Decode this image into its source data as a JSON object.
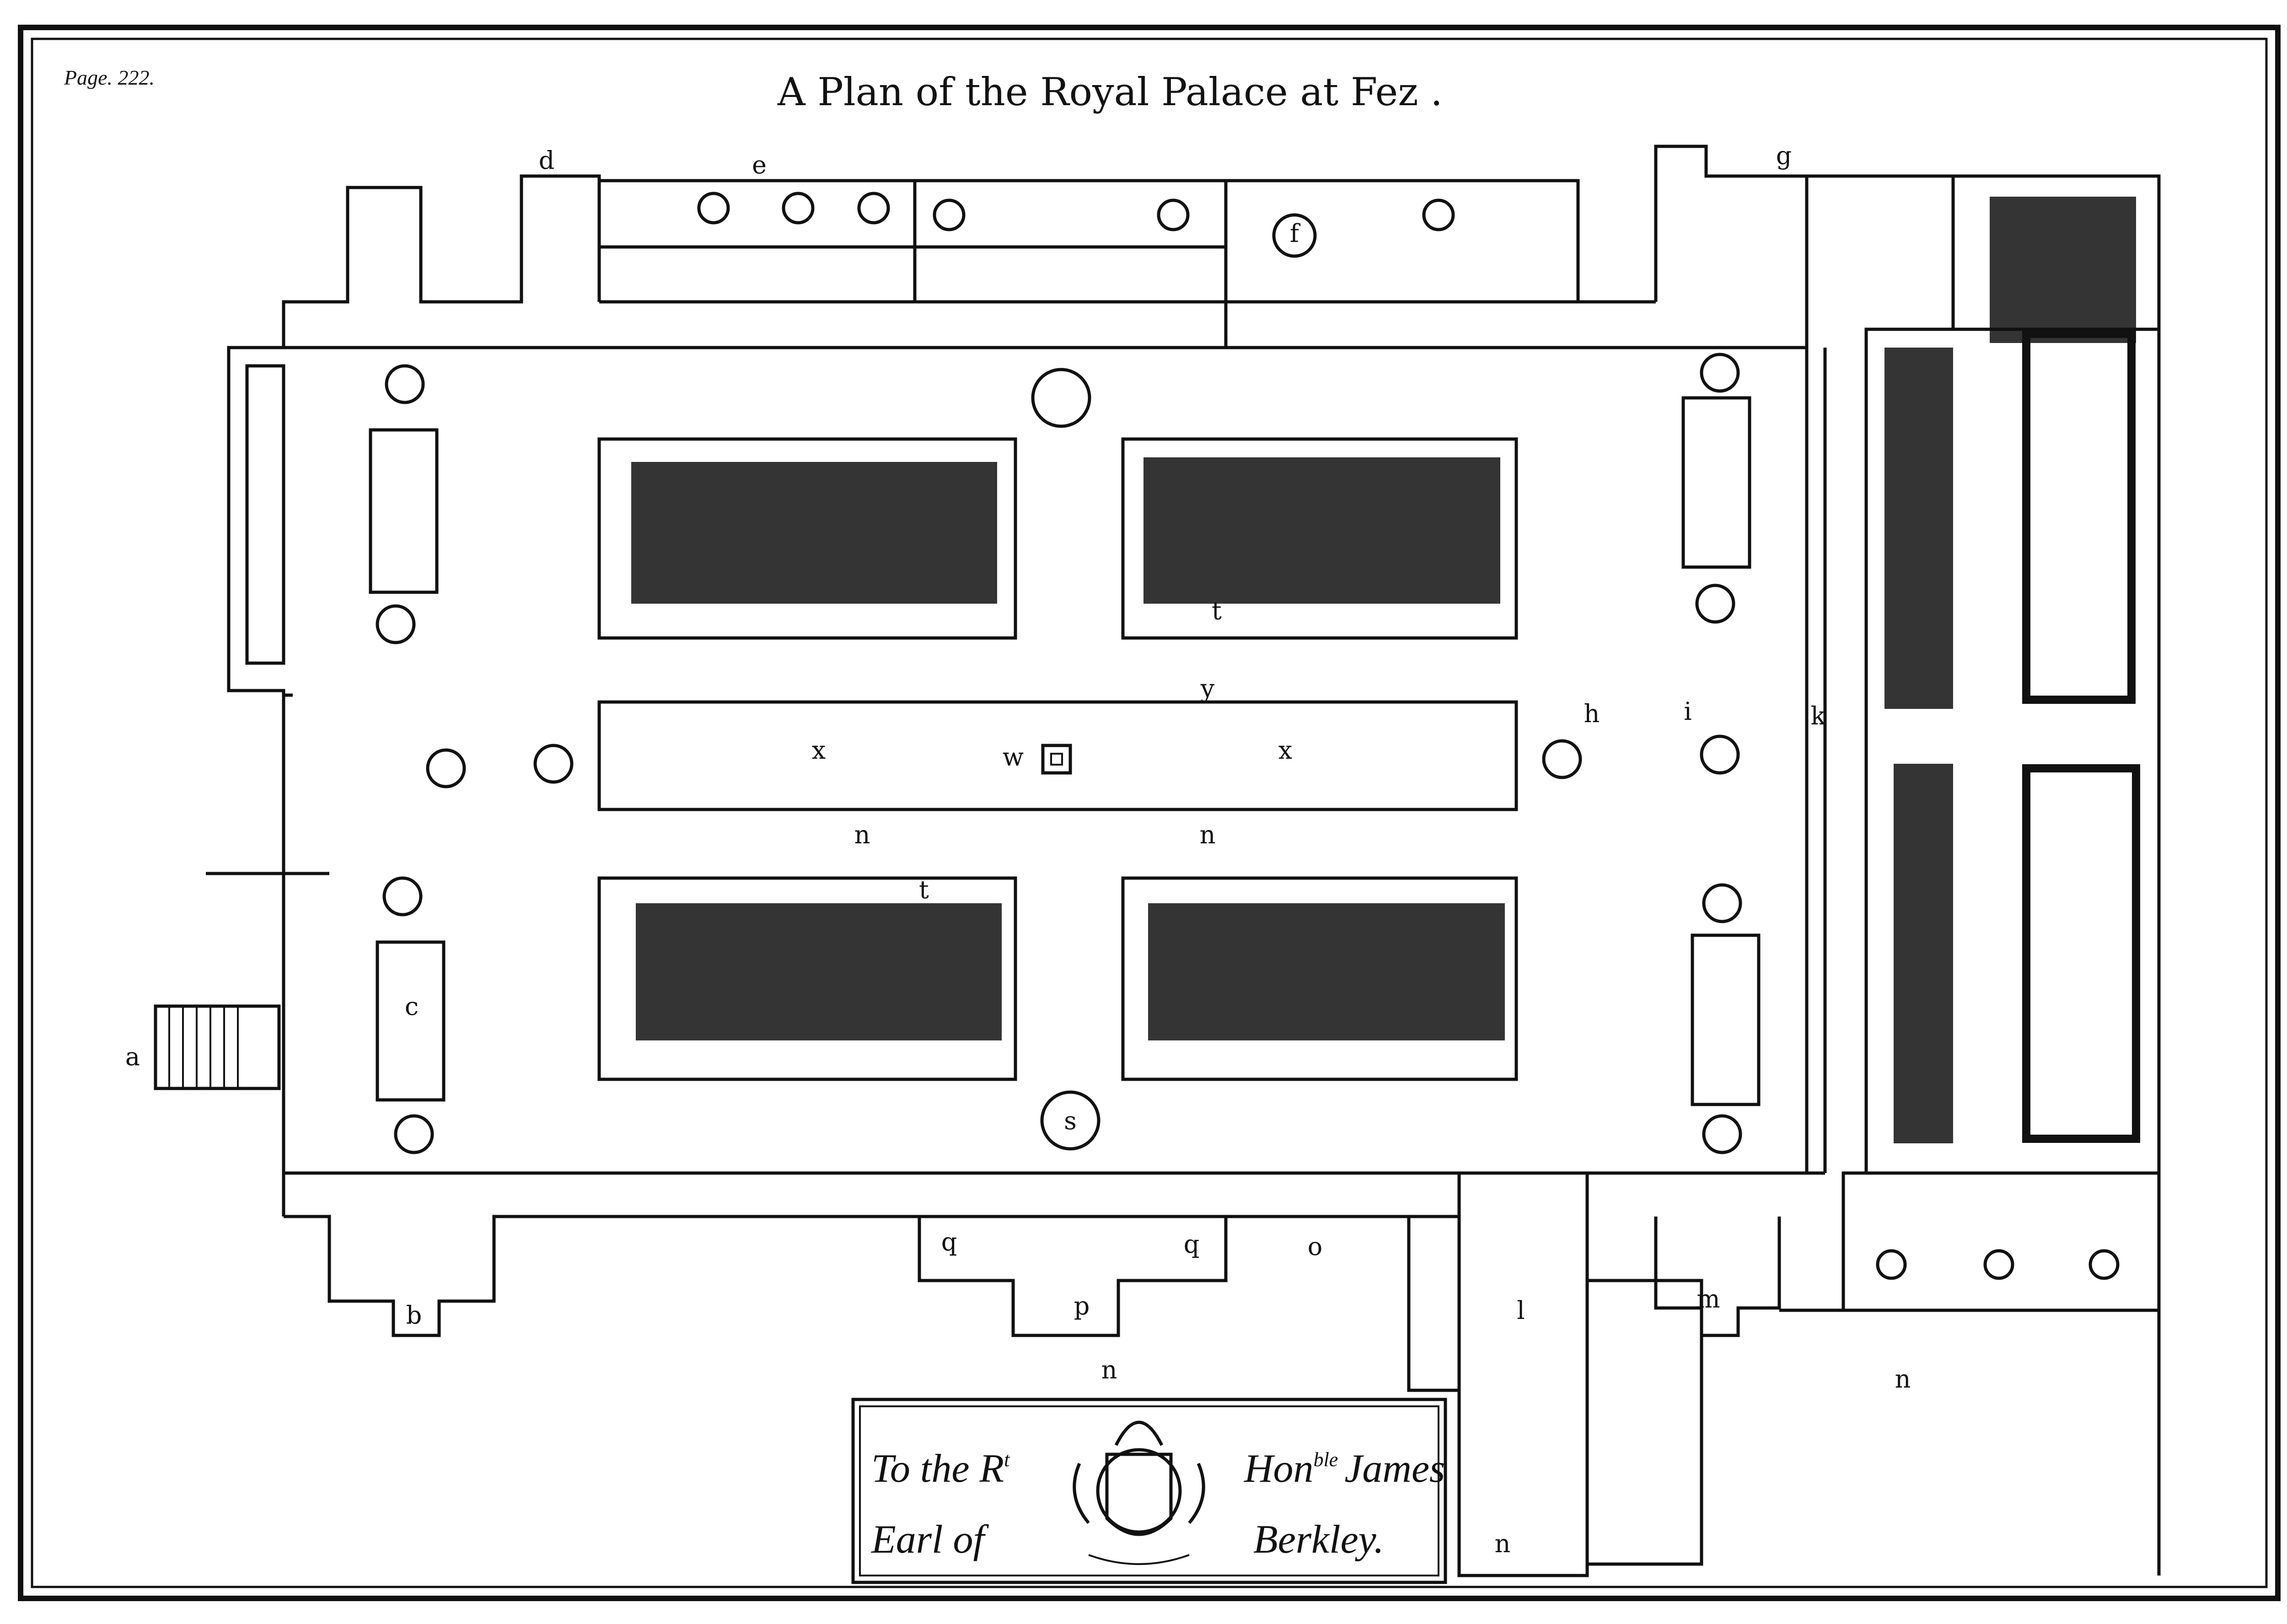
{
  "page_number": "Page. 222.",
  "title": "A Plan of the Royal Palace at Fez .",
  "labels": {
    "a": "a",
    "b": "b",
    "c": "c",
    "d": "d",
    "e": "e",
    "f": "f",
    "g": "g",
    "h": "h",
    "i": "i",
    "k": "k",
    "l": "l",
    "m": "m",
    "n_center": "n",
    "n_right": "n",
    "n_bottom": "n",
    "n1": "n",
    "n2": "n",
    "o": "o",
    "p": "p",
    "q1": "q",
    "q2": "q",
    "s": "s",
    "t1": "t",
    "t2": "t",
    "w": "w",
    "x1": "x",
    "x2": "x",
    "y": "y"
  },
  "dedication": {
    "line1_left": "To the R",
    "line1_sup": "t",
    "line1_right": "Hon",
    "line1_sup2": "ble",
    "line1_name": "James",
    "line2_left": "Earl of",
    "line2_right": "Berkley."
  }
}
